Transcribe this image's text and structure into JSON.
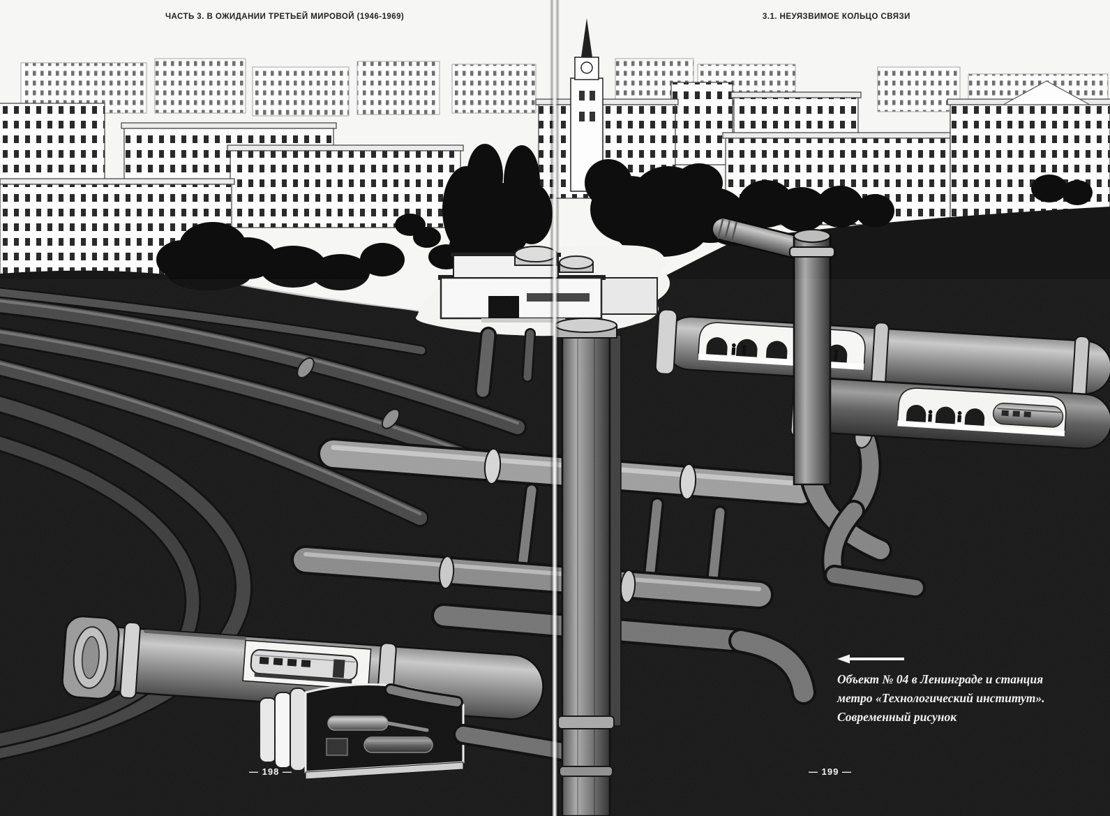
{
  "meta": {
    "type": "book-spread",
    "alt": "Cutaway ink illustration: city above ground, underground Object No. 04 with tunnels, cable runs, vertical shafts and a metro station below"
  },
  "left_page": {
    "header": "ЧАСТЬ 3. В ОЖИДАНИИ ТРЕТЬЕЙ МИРОВОЙ (1946-1969)",
    "page_number": "— 198 —"
  },
  "right_page": {
    "header": "3.1. НЕУЯЗВИМОЕ КОЛЬЦО СВЯЗИ",
    "page_number": "— 199 —"
  },
  "caption": {
    "arrow_icon": "arrow-left-icon",
    "lines": [
      "Объект № 04 в Ленинграде и станция",
      "метро «Технологический институт».",
      "Современный рисунок"
    ]
  },
  "colors": {
    "paper": "#f6f6f4",
    "ink": "#1c1c1c",
    "underground": "#171717",
    "caption_text": "#f3f3f3"
  }
}
